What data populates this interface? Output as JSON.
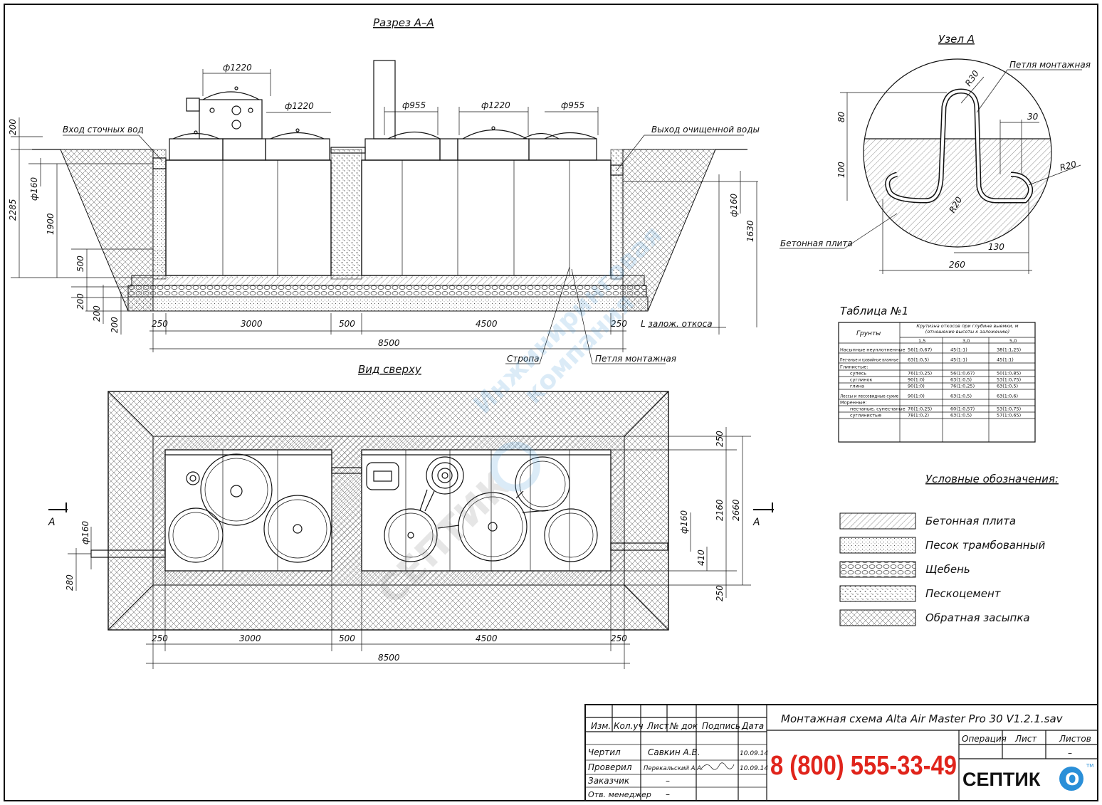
{
  "section": {
    "title": "Разрез А–А",
    "labels": {
      "inlet": "Вход сточных вод",
      "outlet": "Выход очищенной воды",
      "sling": "Стропа",
      "loop": "Петля монтажная",
      "slope": "L залож. откоса"
    },
    "dims": {
      "d1220a": "ф1220",
      "d1220b": "ф1220",
      "d955a": "ф955",
      "d1220c": "ф1220",
      "d955b": "ф955",
      "h200": "200",
      "h2285": "2285",
      "h1900": "1900",
      "hd160": "ф160",
      "h500": "500",
      "h200b": "200",
      "h200c": "200",
      "h200d": "200",
      "rd160": "ф160",
      "h1630": "1630",
      "w250a": "250",
      "w3000": "3000",
      "w500": "500",
      "w4500": "4500",
      "w250b": "250",
      "w8500": "8500"
    }
  },
  "plan": {
    "title": "Вид сверху",
    "marker": "А",
    "dims": {
      "d160": "ф160",
      "d280": "280",
      "r250a": "250",
      "r2160": "2160",
      "r2660": "2660",
      "rd160": "ф160",
      "r410": "410",
      "r250b": "250",
      "w250a": "250",
      "w3000": "3000",
      "w500": "500",
      "w4500": "4500",
      "w250b": "250",
      "w8500": "8500"
    }
  },
  "node": {
    "title": "Узел А",
    "loop": "Петля монтажная",
    "slab": "Бетонная плита",
    "dims": {
      "r30": "R30",
      "d80": "80",
      "d30": "30",
      "d100": "100",
      "r20a": "R20",
      "r20b": "R20",
      "d130": "130",
      "d260": "260"
    }
  },
  "table": {
    "title": "Таблица №1",
    "header_soil": "Грунты",
    "header_slope": "Крутизна откосов при глубине выемки, м (отношение высоты к заложению)",
    "depths": [
      "1,5",
      "3,0",
      "5,0"
    ],
    "rows": [
      {
        "name": "Насыпные неуплотненные",
        "v": [
          "56(1:0,67)",
          "45(1:1)",
          "38(1:1,25)"
        ]
      },
      {
        "name": "Песчаные и гравийные влажные",
        "v": [
          "63(1:0,5)",
          "45(1:1)",
          "45(1:1)"
        ]
      },
      {
        "name": "Глинистые:",
        "v": [
          "",
          "",
          ""
        ]
      },
      {
        "name": "супесь",
        "v": [
          "76(1:0,25)",
          "56(1:0,67)",
          "50(1:0,85)"
        ]
      },
      {
        "name": "суглинок",
        "v": [
          "90(1:0)",
          "63(1:0,5)",
          "53(1:0,75)"
        ]
      },
      {
        "name": "глина",
        "v": [
          "90(1:0)",
          "76(1:0,25)",
          "63(1:0,5)"
        ]
      },
      {
        "name": "Лессы и лессовидные сухие",
        "v": [
          "90(1:0)",
          "63(1:0,5)",
          "63(1:0,6)"
        ]
      },
      {
        "name": "Моренные:",
        "v": [
          "",
          "",
          ""
        ]
      },
      {
        "name": "песчаные, супесчаные",
        "v": [
          "76(1:0,25)",
          "60(1:0,57)",
          "53(1:0,75)"
        ]
      },
      {
        "name": "суглинистые",
        "v": [
          "78(1:0,2)",
          "63(1:0,5)",
          "57(1:0,65)"
        ]
      }
    ]
  },
  "legend": {
    "title": "Условные обозначения:",
    "items": [
      "Бетонная плита",
      "Песок трамбованный",
      "Щебень",
      "Пескоцемент",
      "Обратная засыпка"
    ]
  },
  "watermark": {
    "line1": "Инжиниринговая",
    "line2": "компания",
    "brand": "СЕПТИК",
    "tm": "TM"
  },
  "stamp": {
    "title": "Монтажная схема Alta Air Master Pro 30 V1.2.1.sav",
    "phone": "8 (800) 555-33-49",
    "cols": [
      "Изм.",
      "Кол.уч",
      "Лист",
      "№ док",
      "Подпись",
      "Дата"
    ],
    "roles": [
      "Чертил",
      "Проверил",
      "Заказчик",
      "Отв. менеджер"
    ],
    "people": [
      "Савкин А.В.",
      "Перекальский А.А.",
      "–",
      "–"
    ],
    "dates": [
      "10.09.14",
      "10.09.14"
    ],
    "op_cols": [
      "Операция",
      "Лист",
      "Листов"
    ],
    "op_value": "–",
    "logo": "СЕПТИК",
    "logo_o": "О",
    "logo_tm": "TM"
  },
  "colors": {
    "ink": "#111111",
    "phone": "#e0241b",
    "logo_blue": "#2a8fd8",
    "watermark": "#3b95d6"
  }
}
